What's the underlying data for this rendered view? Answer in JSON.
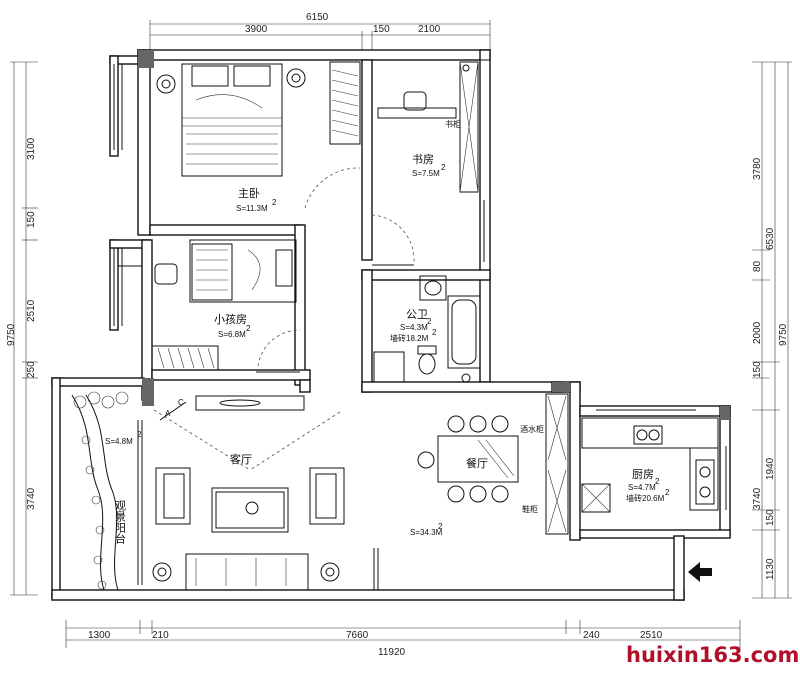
{
  "dimensions": {
    "top_total": "6150",
    "top_segments": [
      "3900",
      "150",
      "2100"
    ],
    "left_total": "9750",
    "left_segments": [
      "3100",
      "150",
      "2510",
      "250",
      "3740"
    ],
    "right_outer": "9750",
    "right_mid": "6530",
    "right_segments": [
      "3780",
      "80",
      "2000",
      "150",
      "3740",
      "1940",
      "150",
      "1130"
    ],
    "bottom_segments": [
      "1300",
      "210",
      "7660",
      "240",
      "2510"
    ],
    "bottom_total": "11920"
  },
  "rooms": {
    "master_bedroom": {
      "name": "主卧",
      "area": "S=11.3M",
      "sup": "2"
    },
    "study": {
      "name": "书房",
      "area": "S=7.5M",
      "sup": "2",
      "cabinet": "书柜"
    },
    "kids_room": {
      "name": "小孩房",
      "area": "S=6.8M",
      "sup": "2"
    },
    "bathroom": {
      "name": "公卫",
      "area": "S=4.3M",
      "sup": "2",
      "tile": "墙砖18.2M",
      "tile_sup": "2"
    },
    "living": {
      "name": "客厅",
      "area": "S=34.3M",
      "sup": "2"
    },
    "dining": {
      "name": "餐厅",
      "wine_cabinet": "酒水柜",
      "shoe_cabinet": "鞋柜"
    },
    "kitchen": {
      "name": "厨房",
      "area": "S=4.7M",
      "sup": "2",
      "tile": "墙砖20.6M",
      "tile_sup": "2"
    },
    "balcony": {
      "name": "观景阳台",
      "area": "S=4.8M",
      "sup": "2"
    }
  },
  "markers": {
    "a": "A",
    "c": "C"
  },
  "watermark": "huixin163.com"
}
